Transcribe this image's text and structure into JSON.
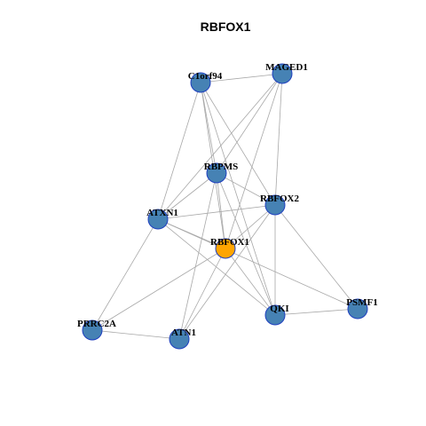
{
  "title": "RBFOX1",
  "colors": {
    "node_default": "#4682b4",
    "node_highlight": "#ffa500",
    "node_border": "#1f3fbf",
    "edge": "#a8a8a8"
  },
  "network": {
    "nodes": [
      {
        "id": "C1orf94",
        "label": "C1orf94",
        "highlight": false
      },
      {
        "id": "MAGED1",
        "label": "MAGED1",
        "highlight": false
      },
      {
        "id": "RBPMS",
        "label": "RBPMS",
        "highlight": false
      },
      {
        "id": "RBFOX2",
        "label": "RBFOX2",
        "highlight": false
      },
      {
        "id": "ATXN1",
        "label": "ATXN1",
        "highlight": false
      },
      {
        "id": "RBFOX1",
        "label": "RBFOX1",
        "highlight": true
      },
      {
        "id": "PSMF1",
        "label": "PSMF1",
        "highlight": false
      },
      {
        "id": "QKI",
        "label": "QKI",
        "highlight": false
      },
      {
        "id": "PRRC2A",
        "label": "PRRC2A",
        "highlight": false
      },
      {
        "id": "ATN1",
        "label": "ATN1",
        "highlight": false
      }
    ],
    "edges": [
      [
        "C1orf94",
        "MAGED1"
      ],
      [
        "C1orf94",
        "RBPMS"
      ],
      [
        "C1orf94",
        "RBFOX2"
      ],
      [
        "C1orf94",
        "ATXN1"
      ],
      [
        "C1orf94",
        "RBFOX1"
      ],
      [
        "C1orf94",
        "QKI"
      ],
      [
        "MAGED1",
        "RBPMS"
      ],
      [
        "MAGED1",
        "RBFOX2"
      ],
      [
        "MAGED1",
        "ATXN1"
      ],
      [
        "MAGED1",
        "RBFOX1"
      ],
      [
        "RBPMS",
        "RBFOX2"
      ],
      [
        "RBPMS",
        "ATXN1"
      ],
      [
        "RBPMS",
        "RBFOX1"
      ],
      [
        "RBPMS",
        "QKI"
      ],
      [
        "RBPMS",
        "ATN1"
      ],
      [
        "RBFOX2",
        "ATXN1"
      ],
      [
        "RBFOX2",
        "RBFOX1"
      ],
      [
        "RBFOX2",
        "QKI"
      ],
      [
        "RBFOX2",
        "PSMF1"
      ],
      [
        "RBFOX2",
        "ATN1"
      ],
      [
        "ATXN1",
        "RBFOX1"
      ],
      [
        "ATXN1",
        "QKI"
      ],
      [
        "ATXN1",
        "PSMF1"
      ],
      [
        "ATXN1",
        "PRRC2A"
      ],
      [
        "RBFOX1",
        "QKI"
      ],
      [
        "RBFOX1",
        "PRRC2A"
      ],
      [
        "RBFOX1",
        "ATN1"
      ],
      [
        "QKI",
        "PSMF1"
      ],
      [
        "PRRC2A",
        "ATN1"
      ]
    ]
  }
}
